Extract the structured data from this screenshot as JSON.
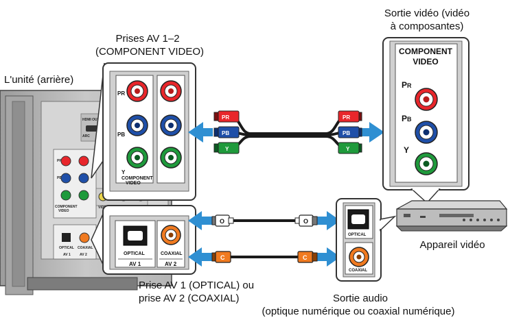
{
  "labels": {
    "unit_rear": "L'unité (arrière)",
    "av12_line1": "Prises AV 1–2",
    "av12_line2": "(COMPONENT VIDEO)",
    "video_out_line1": "Sortie vidéo (vidéo",
    "video_out_line2": "à composantes)",
    "video_device": "Appareil vidéo",
    "optical_coax_line1": "Prise AV 1 (OPTICAL) ou",
    "optical_coax_line2": "prise AV 2 (COAXIAL)",
    "audio_out_line1": "Sortie audio",
    "audio_out_line2": "(optique numérique ou coaxial numérique)"
  },
  "unit_panel": {
    "pr": "PR",
    "pb": "PB",
    "y": "Y",
    "component_1": "COMPONENT",
    "component_2": "VIDEO",
    "optical": "OPTICAL",
    "coaxial": "COAXIAL",
    "av1": "AV 1",
    "av2": "AV 2"
  },
  "device_panel": {
    "component_1": "COMPONENT",
    "component_2": "VIDEO",
    "p": "P",
    "r": "R",
    "b": "B",
    "y": "Y",
    "optical": "OPTICAL",
    "coaxial": "COAXIAL"
  },
  "plugs": {
    "pr": "PR",
    "pb": "PB",
    "y": "Y",
    "optical": "O",
    "coaxial": "C"
  },
  "colors": {
    "red": "#e8262b",
    "blue": "#1f4fa8",
    "green": "#1f9a3c",
    "orange": "#f07a20",
    "arrow": "#2f8fd2",
    "panel_gray": "#c9c9c9"
  }
}
